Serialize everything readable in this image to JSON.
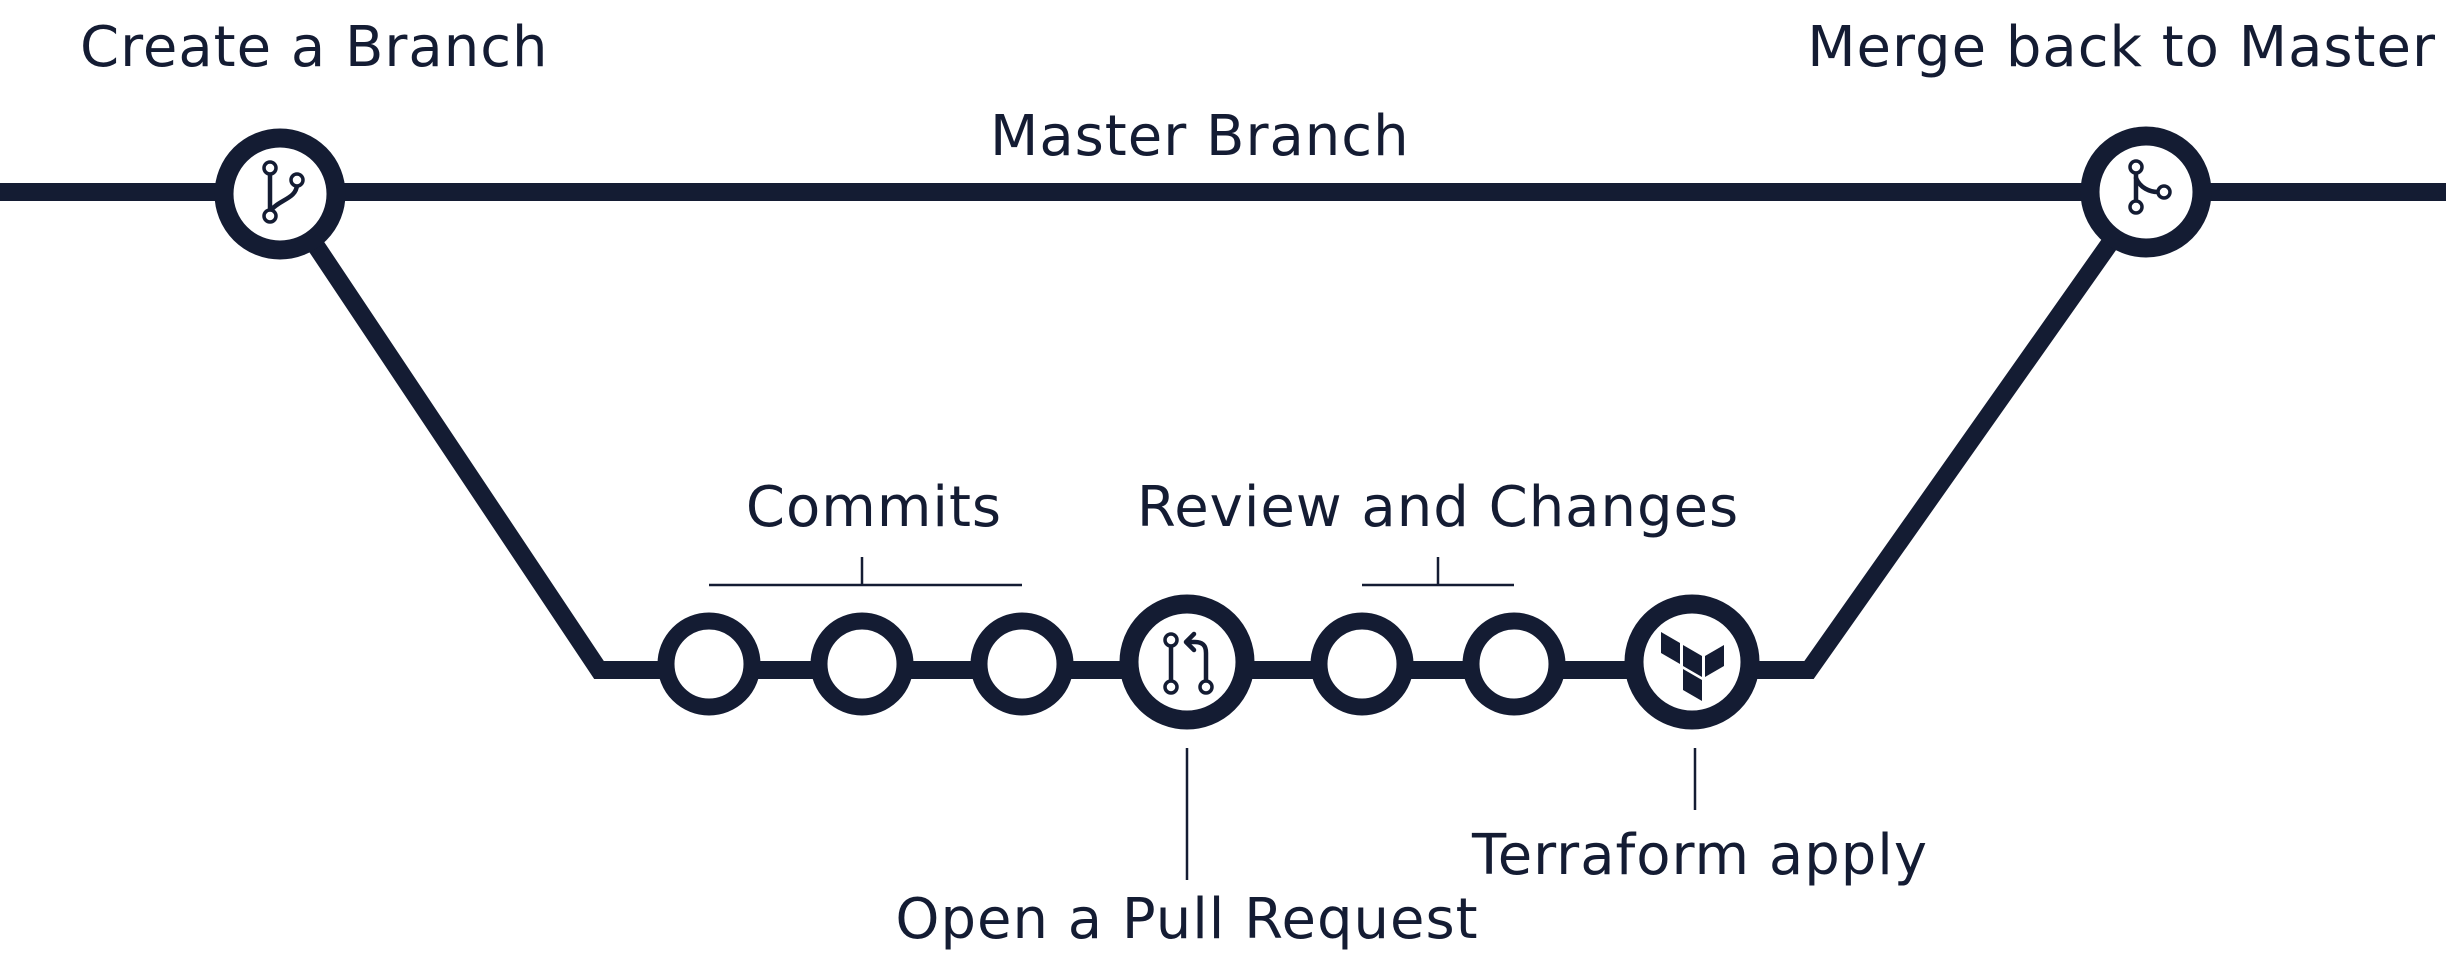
{
  "diagram": {
    "labels": {
      "create_branch": "Create a Branch",
      "master_branch": "Master Branch",
      "merge_back": "Merge back to Master",
      "commits": "Commits",
      "review_changes": "Review and Changes",
      "open_pull_request": "Open a Pull Request",
      "terraform_apply": "Terraform apply"
    },
    "icons": {
      "create_branch": "git-branch-icon",
      "merge_back": "git-merge-icon",
      "pull_request": "git-pull-request-icon",
      "terraform": "terraform-logo-icon"
    },
    "colors": {
      "line": "#141c33",
      "background": "#ffffff"
    }
  }
}
